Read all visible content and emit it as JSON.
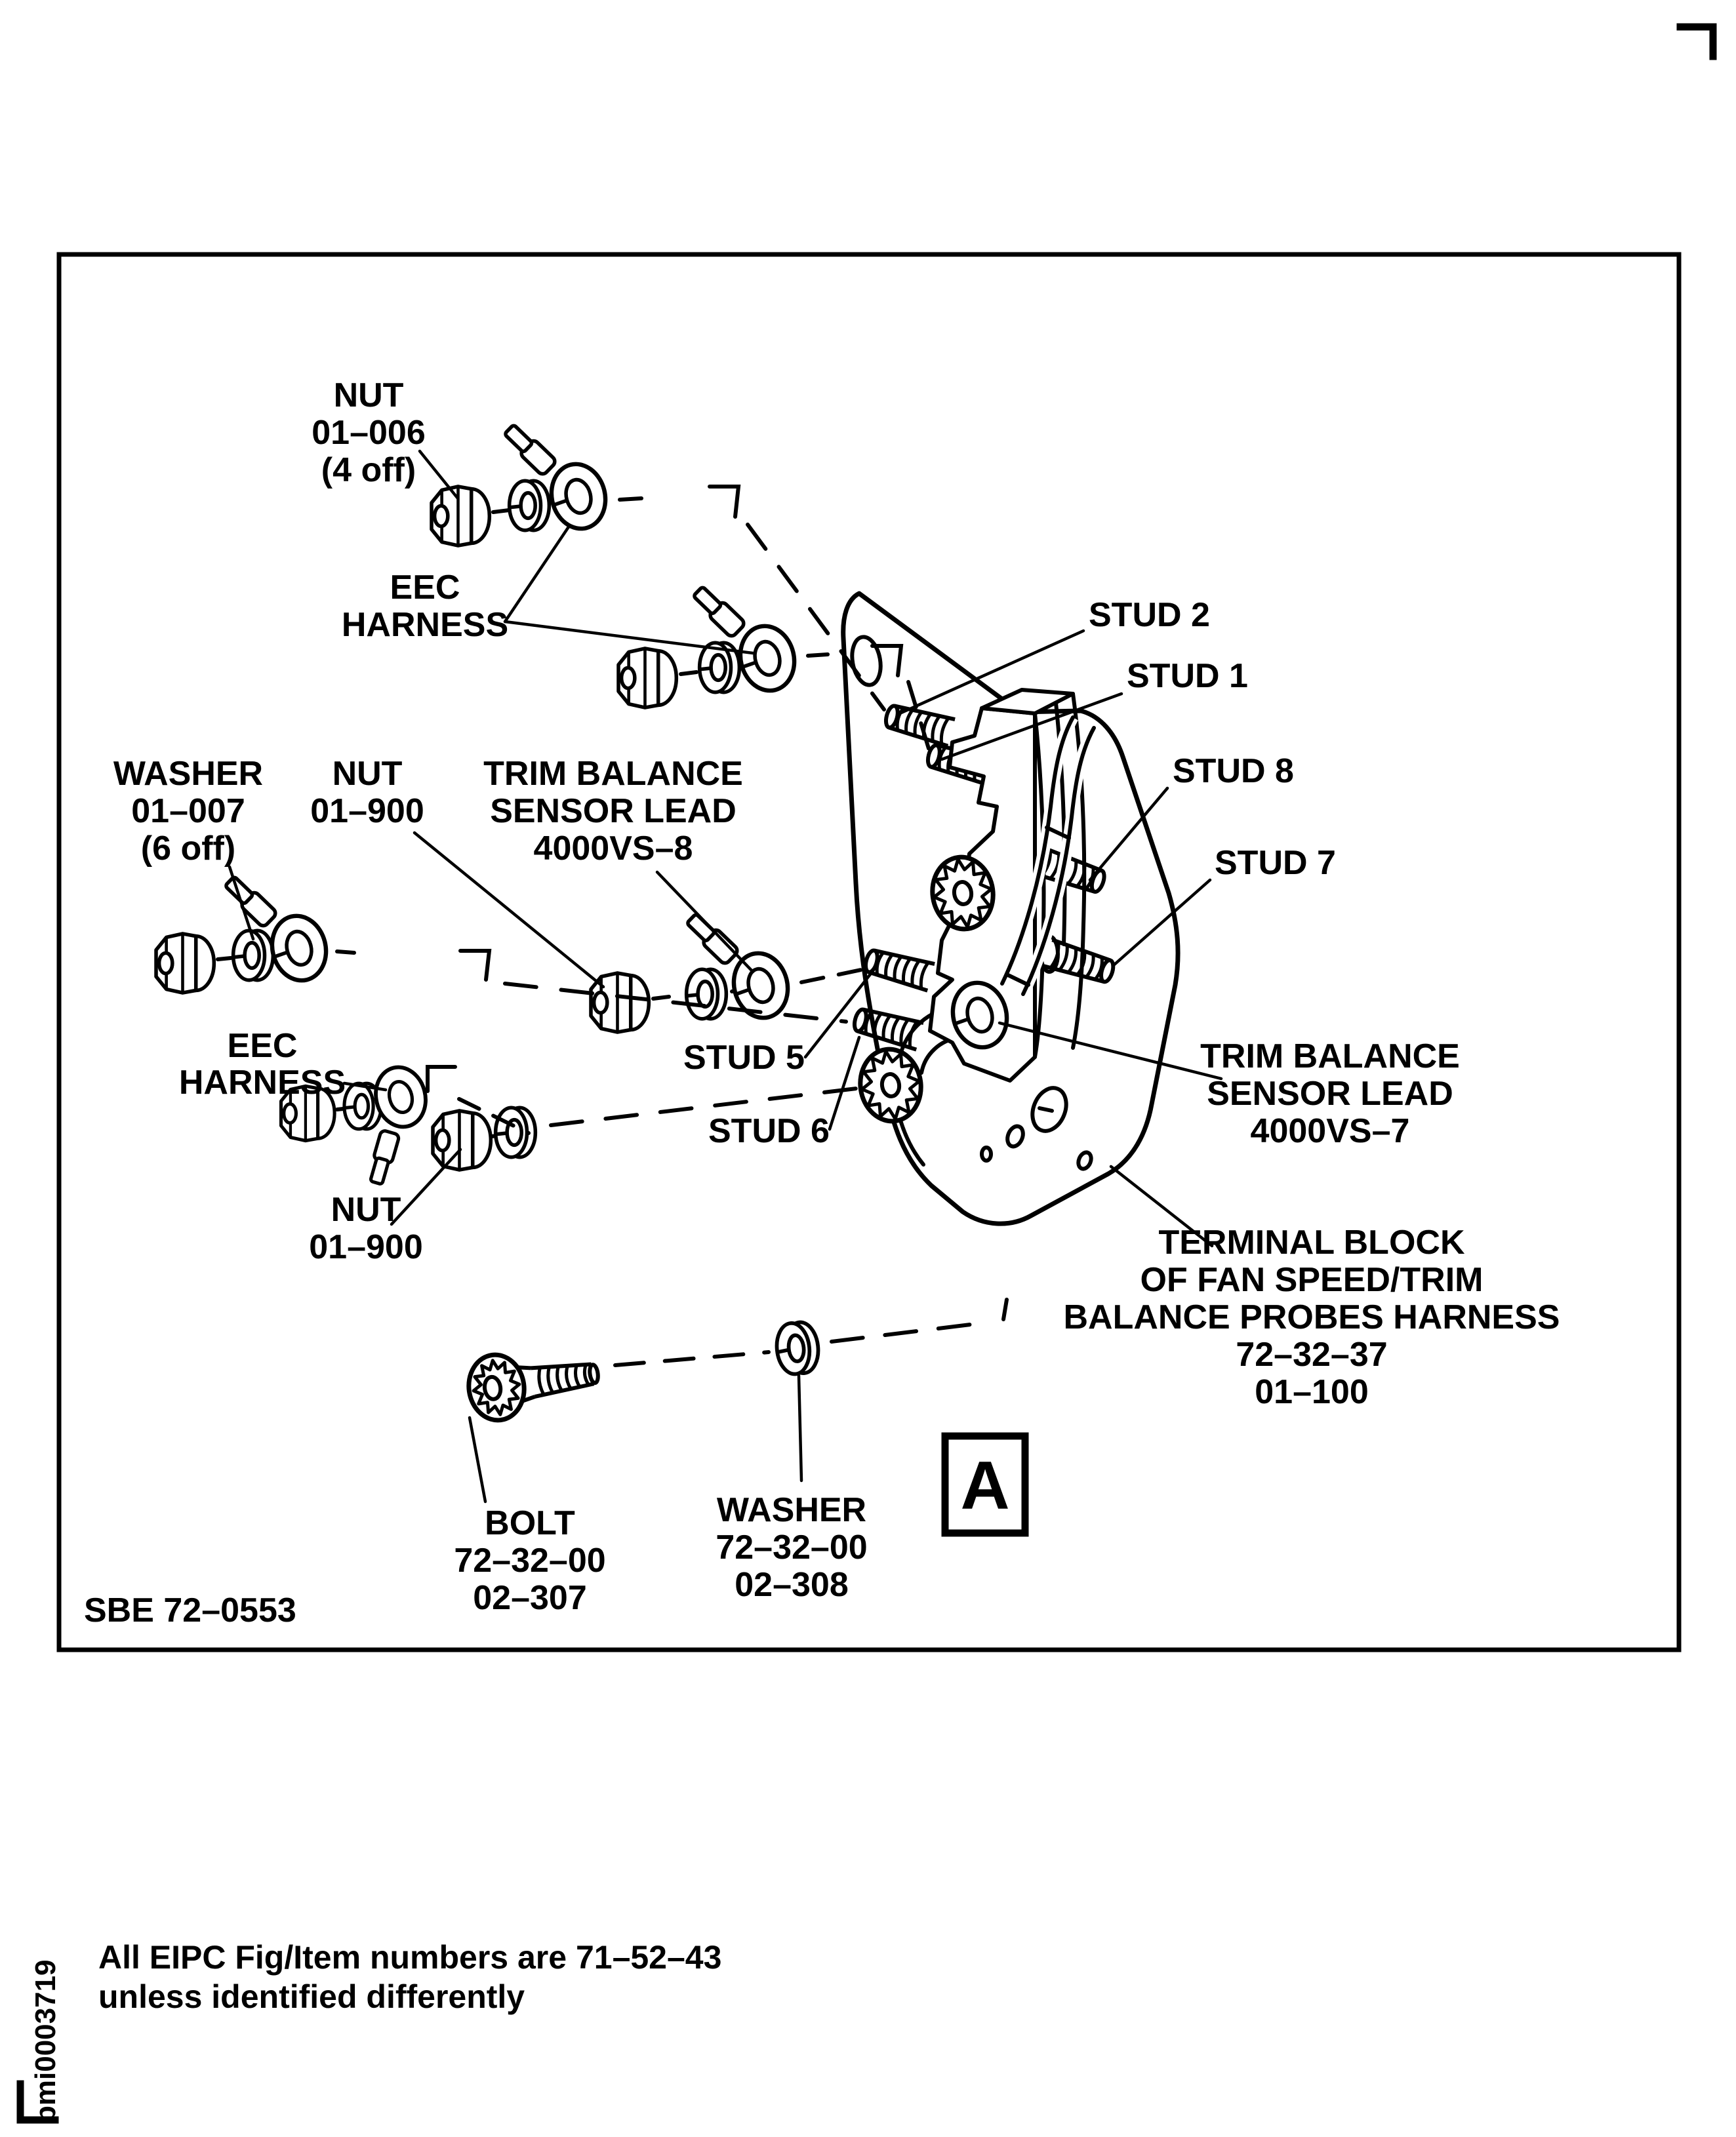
{
  "page": {
    "background": "#ffffff",
    "ink": "#000000"
  },
  "figure": {
    "code": "SBE 72–0553",
    "detail_marker": "A"
  },
  "footer": {
    "note_line1": "All EIPC Fig/Item numbers are 71–52–43",
    "note_line2": "unless identified differently",
    "doc_id": "bmi0003719"
  },
  "labels": {
    "nut_top": {
      "line1": "NUT",
      "line2": "01–006",
      "line3": "(4 off)"
    },
    "eec_harness_top": {
      "line1": "EEC",
      "line2": "HARNESS"
    },
    "washer_left": {
      "line1": "WASHER",
      "line2": "01–007",
      "line3": "(6 off)"
    },
    "nut_mid": {
      "line1": "NUT",
      "line2": "01–900"
    },
    "trim_lead_8": {
      "line1": "TRIM BALANCE",
      "line2": "SENSOR LEAD",
      "line3": "4000VS–8"
    },
    "eec_harness_bottom": {
      "line1": "EEC",
      "line2": "HARNESS"
    },
    "nut_bottom": {
      "line1": "NUT",
      "line2": "01–900"
    },
    "stud_2": "STUD 2",
    "stud_1": "STUD 1",
    "stud_8": "STUD 8",
    "stud_7": "STUD 7",
    "stud_5": "STUD 5",
    "stud_6": "STUD 6",
    "trim_lead_7": {
      "line1": "TRIM BALANCE",
      "line2": "SENSOR LEAD",
      "line3": "4000VS–7"
    },
    "terminal_block": {
      "line1": "TERMINAL BLOCK",
      "line2": "OF FAN SPEED/TRIM",
      "line3": "BALANCE PROBES HARNESS",
      "line4": "72–32–37",
      "line5": "01–100"
    },
    "bolt": {
      "line1": "BOLT",
      "line2": "72–32–00",
      "line3": "02–307"
    },
    "washer_bottom": {
      "line1": "WASHER",
      "line2": "72–32–00",
      "line3": "02–308"
    }
  }
}
